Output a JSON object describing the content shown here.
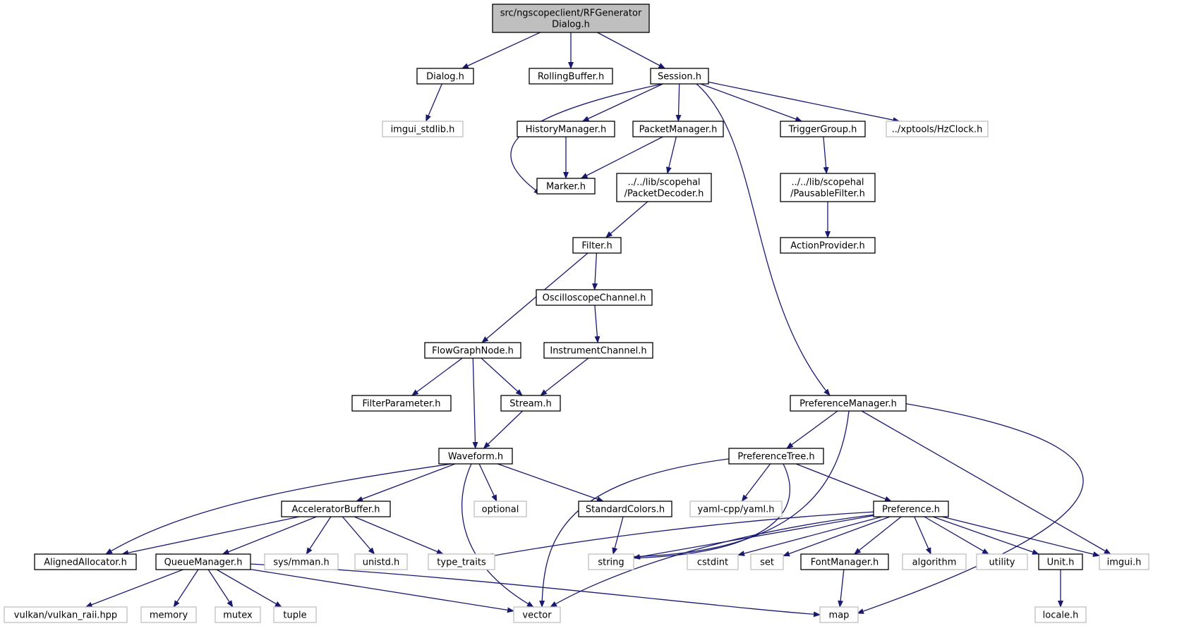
{
  "colors": {
    "edge": "#191970",
    "root_fill": "#bfbfbf",
    "root_stroke": "#000000",
    "node_fill": "#ffffff",
    "node_stroke": "#000000",
    "external_stroke": "#bfbfbf"
  },
  "nodes": [
    {
      "id": "root",
      "kind": "root",
      "lines": [
        "src/ngscopeclient/RFGenerator",
        "Dialog.h"
      ]
    },
    {
      "id": "dialog",
      "kind": "doc",
      "lines": [
        "Dialog.h"
      ]
    },
    {
      "id": "rollingbuffer",
      "kind": "doc",
      "lines": [
        "RollingBuffer.h"
      ]
    },
    {
      "id": "session",
      "kind": "doc",
      "lines": [
        "Session.h"
      ]
    },
    {
      "id": "imgui_stdlib",
      "kind": "ext",
      "lines": [
        "imgui_stdlib.h"
      ]
    },
    {
      "id": "historymanager",
      "kind": "doc",
      "lines": [
        "HistoryManager.h"
      ]
    },
    {
      "id": "packetmanager",
      "kind": "doc",
      "lines": [
        "PacketManager.h"
      ]
    },
    {
      "id": "triggergroup",
      "kind": "doc",
      "lines": [
        "TriggerGroup.h"
      ]
    },
    {
      "id": "hzclock",
      "kind": "ext",
      "lines": [
        "../xptools/HzClock.h"
      ]
    },
    {
      "id": "marker",
      "kind": "doc",
      "lines": [
        "Marker.h"
      ]
    },
    {
      "id": "packetdecoder",
      "kind": "doc",
      "lines": [
        "../../lib/scopehal",
        "/PacketDecoder.h"
      ]
    },
    {
      "id": "pausablefilter",
      "kind": "doc",
      "lines": [
        "../../lib/scopehal",
        "/PausableFilter.h"
      ]
    },
    {
      "id": "actionprovider",
      "kind": "doc",
      "lines": [
        "ActionProvider.h"
      ]
    },
    {
      "id": "filter",
      "kind": "doc",
      "lines": [
        "Filter.h"
      ]
    },
    {
      "id": "oscilloscopechannel",
      "kind": "doc",
      "lines": [
        "OscilloscopeChannel.h"
      ]
    },
    {
      "id": "flowgraphnode",
      "kind": "doc",
      "lines": [
        "FlowGraphNode.h"
      ]
    },
    {
      "id": "instrumentchannel",
      "kind": "doc",
      "lines": [
        "InstrumentChannel.h"
      ]
    },
    {
      "id": "filterparameter",
      "kind": "doc",
      "lines": [
        "FilterParameter.h"
      ]
    },
    {
      "id": "stream",
      "kind": "doc",
      "lines": [
        "Stream.h"
      ]
    },
    {
      "id": "preferencemanager",
      "kind": "doc",
      "lines": [
        "PreferenceManager.h"
      ]
    },
    {
      "id": "waveform",
      "kind": "doc",
      "lines": [
        "Waveform.h"
      ]
    },
    {
      "id": "preferencetree",
      "kind": "doc",
      "lines": [
        "PreferenceTree.h"
      ]
    },
    {
      "id": "acceleratorbuffer",
      "kind": "doc",
      "lines": [
        "AcceleratorBuffer.h"
      ]
    },
    {
      "id": "optional",
      "kind": "ext",
      "lines": [
        "optional"
      ]
    },
    {
      "id": "standardcolors",
      "kind": "doc",
      "lines": [
        "StandardColors.h"
      ]
    },
    {
      "id": "yaml",
      "kind": "ext",
      "lines": [
        "yaml-cpp/yaml.h"
      ]
    },
    {
      "id": "preference",
      "kind": "doc",
      "lines": [
        "Preference.h"
      ]
    },
    {
      "id": "alignedallocator",
      "kind": "doc",
      "lines": [
        "AlignedAllocator.h"
      ]
    },
    {
      "id": "queuemanager",
      "kind": "doc",
      "lines": [
        "QueueManager.h"
      ]
    },
    {
      "id": "sysmman",
      "kind": "ext",
      "lines": [
        "sys/mman.h"
      ]
    },
    {
      "id": "unistd",
      "kind": "ext",
      "lines": [
        "unistd.h"
      ]
    },
    {
      "id": "type_traits",
      "kind": "ext",
      "lines": [
        "type_traits"
      ]
    },
    {
      "id": "string",
      "kind": "ext",
      "lines": [
        "string"
      ]
    },
    {
      "id": "cstdint",
      "kind": "ext",
      "lines": [
        "cstdint"
      ]
    },
    {
      "id": "set",
      "kind": "ext",
      "lines": [
        "set"
      ]
    },
    {
      "id": "fontmanager",
      "kind": "doc",
      "lines": [
        "FontManager.h"
      ]
    },
    {
      "id": "algorithm",
      "kind": "ext",
      "lines": [
        "algorithm"
      ]
    },
    {
      "id": "utility",
      "kind": "ext",
      "lines": [
        "utility"
      ]
    },
    {
      "id": "unit",
      "kind": "doc",
      "lines": [
        "Unit.h"
      ]
    },
    {
      "id": "imgui",
      "kind": "ext",
      "lines": [
        "imgui.h"
      ]
    },
    {
      "id": "vulkan",
      "kind": "ext",
      "lines": [
        "vulkan/vulkan_raii.hpp"
      ]
    },
    {
      "id": "memory",
      "kind": "ext",
      "lines": [
        "memory"
      ]
    },
    {
      "id": "mutex",
      "kind": "ext",
      "lines": [
        "mutex"
      ]
    },
    {
      "id": "tuple",
      "kind": "ext",
      "lines": [
        "tuple"
      ]
    },
    {
      "id": "vector",
      "kind": "ext",
      "lines": [
        "vector"
      ]
    },
    {
      "id": "map",
      "kind": "ext",
      "lines": [
        "map"
      ]
    },
    {
      "id": "locale",
      "kind": "ext",
      "lines": [
        "locale.h"
      ]
    }
  ],
  "edges": [
    [
      "root",
      "dialog"
    ],
    [
      "root",
      "rollingbuffer"
    ],
    [
      "root",
      "session"
    ],
    [
      "dialog",
      "imgui_stdlib"
    ],
    [
      "session",
      "historymanager"
    ],
    [
      "session",
      "packetmanager"
    ],
    [
      "session",
      "triggergroup"
    ],
    [
      "session",
      "hzclock"
    ],
    [
      "session",
      "marker"
    ],
    [
      "session",
      "preferencemanager"
    ],
    [
      "historymanager",
      "marker"
    ],
    [
      "packetmanager",
      "marker"
    ],
    [
      "packetmanager",
      "packetdecoder"
    ],
    [
      "triggergroup",
      "pausablefilter"
    ],
    [
      "pausablefilter",
      "actionprovider"
    ],
    [
      "packetdecoder",
      "filter"
    ],
    [
      "filter",
      "oscilloscopechannel"
    ],
    [
      "filter",
      "flowgraphnode"
    ],
    [
      "oscilloscopechannel",
      "instrumentchannel"
    ],
    [
      "instrumentchannel",
      "stream"
    ],
    [
      "flowgraphnode",
      "filterparameter"
    ],
    [
      "flowgraphnode",
      "stream"
    ],
    [
      "flowgraphnode",
      "waveform"
    ],
    [
      "stream",
      "waveform"
    ],
    [
      "waveform",
      "acceleratorbuffer"
    ],
    [
      "waveform",
      "optional"
    ],
    [
      "waveform",
      "standardcolors"
    ],
    [
      "waveform",
      "alignedallocator"
    ],
    [
      "waveform",
      "vector"
    ],
    [
      "acceleratorbuffer",
      "alignedallocator"
    ],
    [
      "acceleratorbuffer",
      "queuemanager"
    ],
    [
      "acceleratorbuffer",
      "sysmman"
    ],
    [
      "acceleratorbuffer",
      "unistd"
    ],
    [
      "acceleratorbuffer",
      "type_traits"
    ],
    [
      "standardcolors",
      "string"
    ],
    [
      "queuemanager",
      "vulkan"
    ],
    [
      "queuemanager",
      "memory"
    ],
    [
      "queuemanager",
      "mutex"
    ],
    [
      "queuemanager",
      "tuple"
    ],
    [
      "queuemanager",
      "vector"
    ],
    [
      "queuemanager",
      "map"
    ],
    [
      "preferencemanager",
      "preferencetree"
    ],
    [
      "preferencemanager",
      "string"
    ],
    [
      "preferencemanager",
      "imgui"
    ],
    [
      "preferencemanager",
      "map"
    ],
    [
      "preferencetree",
      "yaml"
    ],
    [
      "preferencetree",
      "preference"
    ],
    [
      "preferencetree",
      "string"
    ],
    [
      "preferencetree",
      "vector"
    ],
    [
      "preference",
      "type_traits"
    ],
    [
      "preference",
      "string"
    ],
    [
      "preference",
      "cstdint"
    ],
    [
      "preference",
      "set"
    ],
    [
      "preference",
      "fontmanager"
    ],
    [
      "preference",
      "algorithm"
    ],
    [
      "preference",
      "utility"
    ],
    [
      "preference",
      "unit"
    ],
    [
      "preference",
      "imgui"
    ],
    [
      "preference",
      "vector"
    ],
    [
      "fontmanager",
      "map"
    ],
    [
      "unit",
      "locale"
    ]
  ]
}
